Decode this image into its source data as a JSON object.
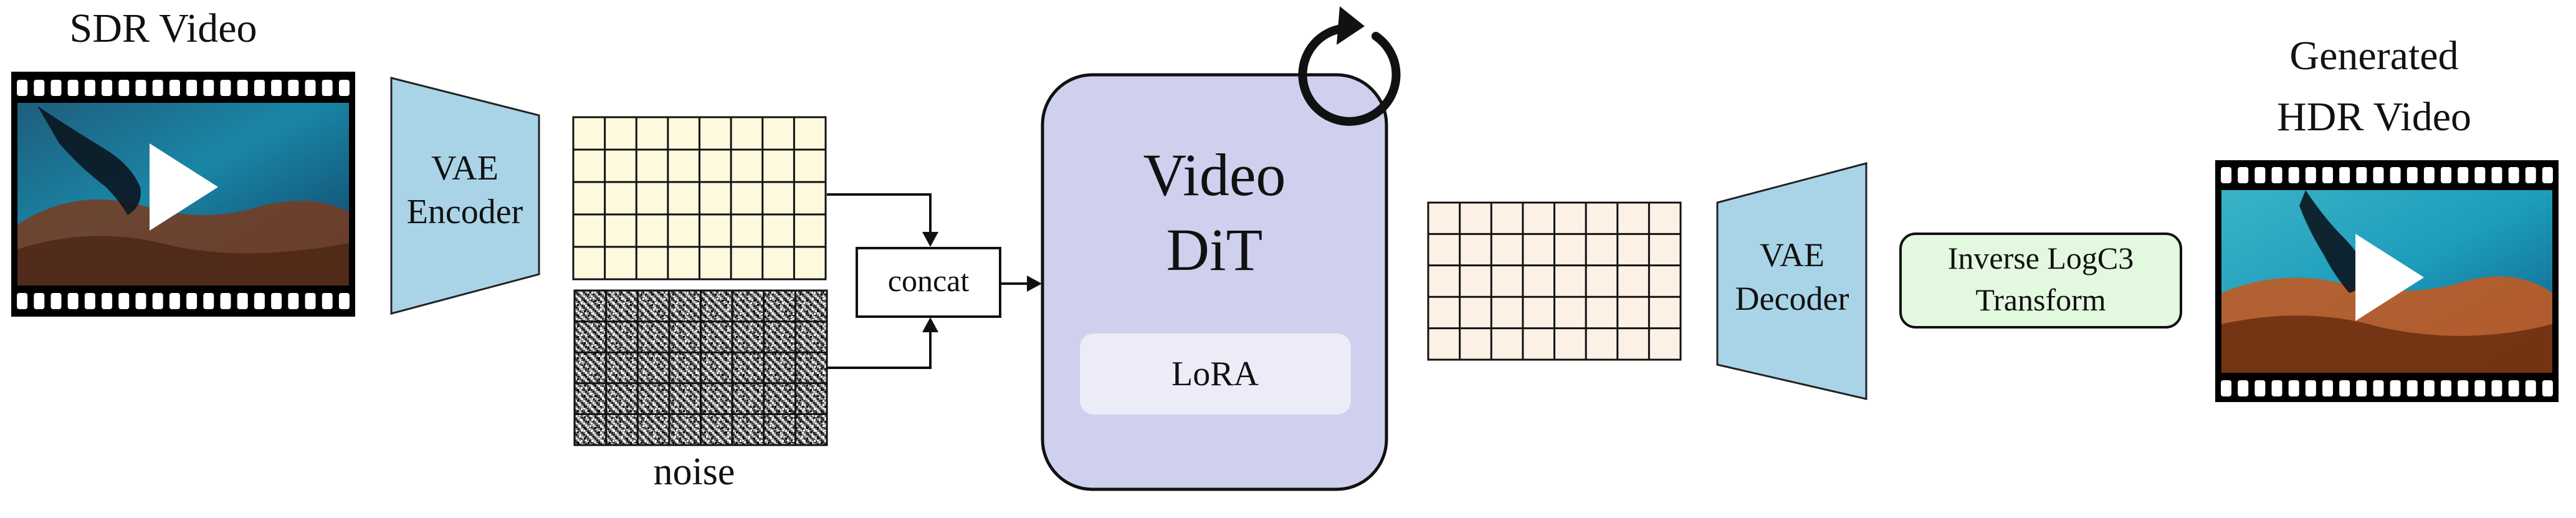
{
  "input_video": {
    "title": "SDR Video"
  },
  "encoder": {
    "line1": "VAE",
    "line2": "Encoder"
  },
  "noise": {
    "label": "noise"
  },
  "concat": {
    "label": "concat"
  },
  "dit": {
    "line1": "Video",
    "line2": "DiT",
    "lora_label": "LoRA"
  },
  "decoder": {
    "line1": "VAE",
    "line2": "Decoder"
  },
  "transform": {
    "line1": "Inverse LogC3",
    "line2": "Transform"
  },
  "output_video": {
    "title_line1": "Generated",
    "title_line2": "HDR Video"
  },
  "icons": {
    "input_play": "play-icon",
    "output_play": "play-icon",
    "loop": "refresh-icon"
  },
  "colors": {
    "vae_fill": "#a9d4e7",
    "latent_fill": "#fdf9dd",
    "output_latent_fill": "#fdf1e6",
    "dit_fill": "#cfd0ee",
    "lora_fill": "#ececf8",
    "transform_fill": "#e2f8df",
    "stroke": "#111111"
  }
}
